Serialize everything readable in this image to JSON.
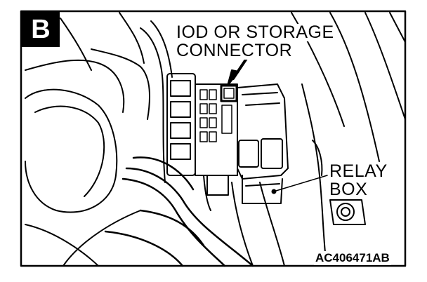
{
  "figure": {
    "badge": "B",
    "callouts": [
      {
        "id": "iod",
        "lines": [
          "IOD OR STORAGE",
          "CONNECTOR"
        ]
      },
      {
        "id": "relay",
        "lines": [
          "RELAY",
          "BOX"
        ]
      }
    ],
    "figure_id": "AC406471AB"
  }
}
